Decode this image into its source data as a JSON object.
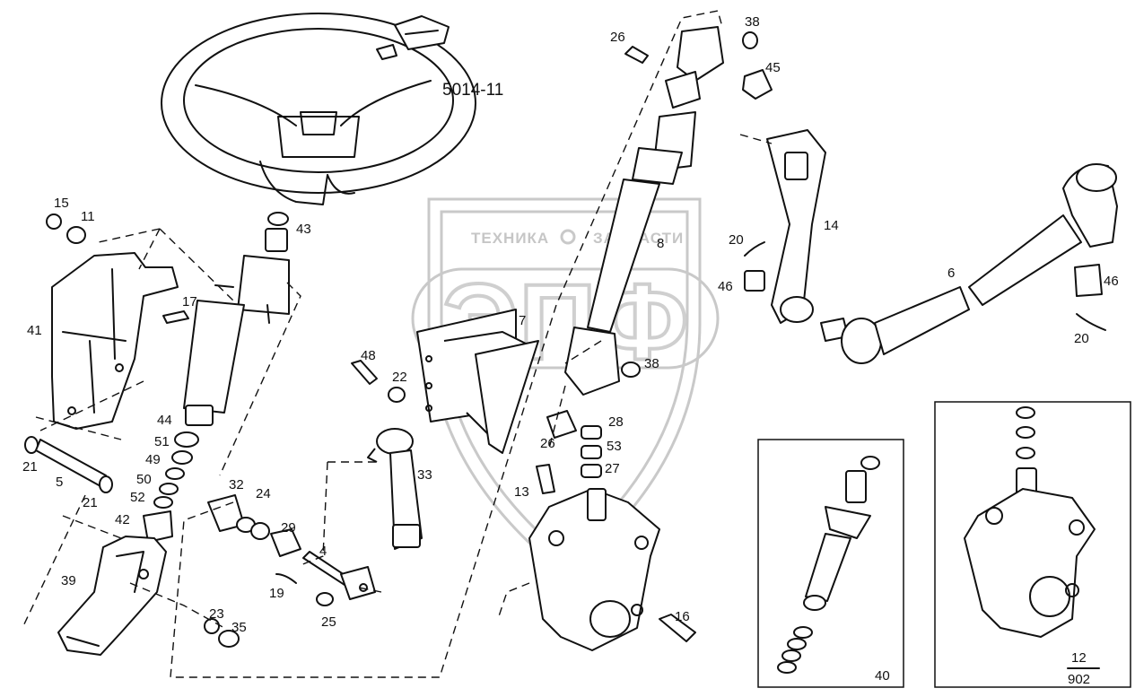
{
  "drawing": {
    "code": "5014-11",
    "sheet_number": "12",
    "sheet_total": "902"
  },
  "watermark": {
    "top_text": "ТЕХНИКА",
    "top_text_right": "ЗАПЧАСТИ",
    "logo_letters": "ЭПФ"
  },
  "insets": [
    {
      "label": "40"
    }
  ],
  "callouts": [
    {
      "text": "26"
    },
    {
      "text": "38"
    },
    {
      "text": "45"
    },
    {
      "text": "43"
    },
    {
      "text": "15"
    },
    {
      "text": "11"
    },
    {
      "text": "8"
    },
    {
      "text": "20"
    },
    {
      "text": "14"
    },
    {
      "text": "46"
    },
    {
      "text": "6"
    },
    {
      "text": "46"
    },
    {
      "text": "20"
    },
    {
      "text": "41"
    },
    {
      "text": "17"
    },
    {
      "text": "7"
    },
    {
      "text": "48"
    },
    {
      "text": "22"
    },
    {
      "text": "38"
    },
    {
      "text": "44"
    },
    {
      "text": "51"
    },
    {
      "text": "49"
    },
    {
      "text": "50"
    },
    {
      "text": "52"
    },
    {
      "text": "42"
    },
    {
      "text": "21"
    },
    {
      "text": "5"
    },
    {
      "text": "21"
    },
    {
      "text": "32"
    },
    {
      "text": "24"
    },
    {
      "text": "29"
    },
    {
      "text": "33"
    },
    {
      "text": "28"
    },
    {
      "text": "26"
    },
    {
      "text": "53"
    },
    {
      "text": "27"
    },
    {
      "text": "13"
    },
    {
      "text": "4"
    },
    {
      "text": "19"
    },
    {
      "text": "25"
    },
    {
      "text": "39"
    },
    {
      "text": "23"
    },
    {
      "text": "35"
    },
    {
      "text": "16"
    }
  ]
}
